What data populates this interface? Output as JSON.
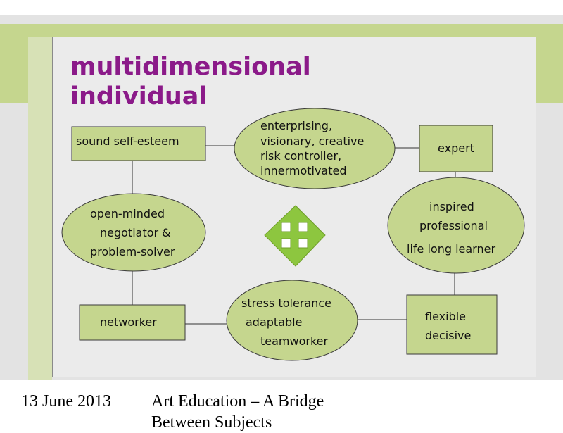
{
  "slide": {
    "title_lines": [
      "multidimensional",
      "individual"
    ],
    "footer": {
      "date": "13 June 2013",
      "caption": "Art Education – A Bridge Between Subjects"
    }
  },
  "nodes": [
    {
      "id": "sound-self-esteem",
      "shape": "rect",
      "lines": [
        "sound self-esteem"
      ]
    },
    {
      "id": "enterprising",
      "shape": "ellipse",
      "lines": [
        "enterprising,",
        "visionary, creative",
        "risk controller,",
        "innermotivated"
      ]
    },
    {
      "id": "expert",
      "shape": "rect",
      "lines": [
        "expert"
      ]
    },
    {
      "id": "open-minded",
      "shape": "ellipse",
      "lines": [
        "open-minded",
        "negotiator &",
        "problem-solver"
      ]
    },
    {
      "id": "inspired",
      "shape": "ellipse",
      "lines": [
        "inspired",
        "professional",
        "life long  learner"
      ]
    },
    {
      "id": "networker",
      "shape": "rect",
      "lines": [
        "networker"
      ]
    },
    {
      "id": "stress-tolerance",
      "shape": "ellipse",
      "lines": [
        "stress tolerance",
        "adaptable",
        "teamworker"
      ]
    },
    {
      "id": "flexible",
      "shape": "rect",
      "lines": [
        "flexible",
        "decisive"
      ]
    }
  ],
  "edges": [
    [
      "sound-self-esteem",
      "enterprising"
    ],
    [
      "enterprising",
      "expert"
    ],
    [
      "sound-self-esteem",
      "open-minded"
    ],
    [
      "expert",
      "inspired"
    ],
    [
      "open-minded",
      "networker"
    ],
    [
      "inspired",
      "flexible"
    ],
    [
      "networker",
      "stress-tolerance"
    ],
    [
      "stress-tolerance",
      "flexible"
    ]
  ],
  "center_icon": "four-way-arrows-icon",
  "colors": {
    "title": "#8b1a89",
    "node_fill": "#c5d68e",
    "node_stroke": "#3a3a3a",
    "icon_fill": "#8dc63f"
  }
}
